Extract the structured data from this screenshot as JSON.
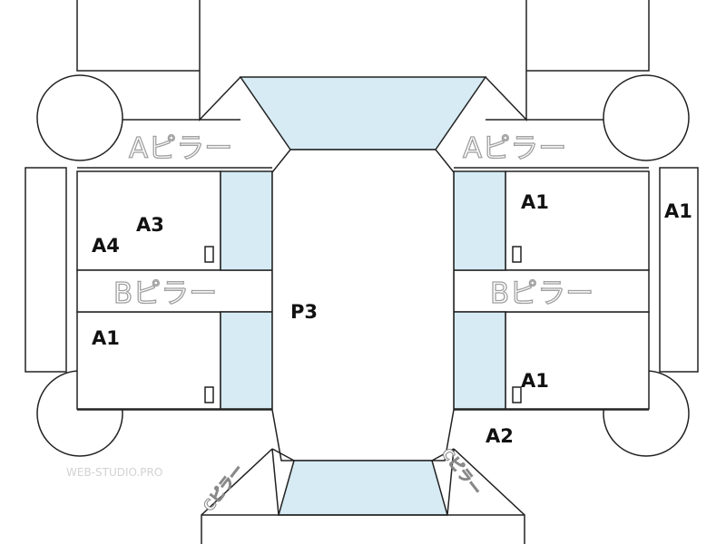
{
  "pillars": {
    "a_front_left": "Aピラー",
    "a_front_right": "Aピラー",
    "b_left": "Bピラー",
    "b_right": "Bピラー",
    "c_rear_left": "Cピラー",
    "c_rear_right": "Cピラー"
  },
  "labels": {
    "a3": "A3",
    "a4": "A4",
    "a1_left_rear_door": "A1",
    "a1_right_front_door": "A1",
    "a1_right_mirror": "A1",
    "a1_right_rear_door": "A1",
    "p3": "P3",
    "a2": "A2"
  },
  "watermark": "WEB-STUDIO.PRO",
  "colors": {
    "glass": "#d6ebf4",
    "outline": "#222222",
    "pillar_text": "#a0a0a0"
  }
}
